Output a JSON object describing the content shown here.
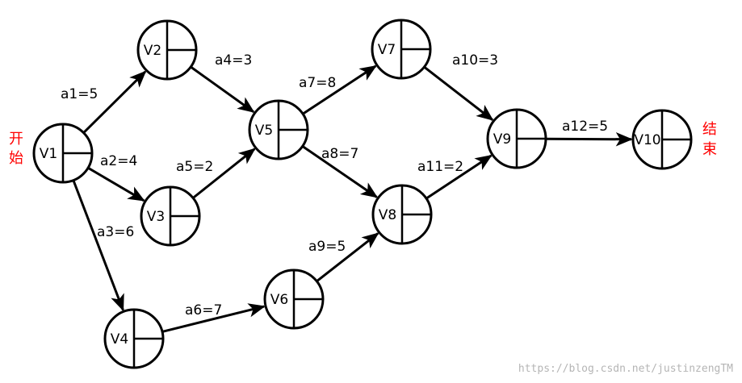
{
  "diagram": {
    "start_label": [
      "开",
      "始"
    ],
    "end_label": [
      "结",
      "束"
    ],
    "label_color": "#ff0000",
    "watermark": "https://blog.csdn.net/justinzengTM",
    "nodes": [
      {
        "id": "V1",
        "label": "V1"
      },
      {
        "id": "V2",
        "label": "V2"
      },
      {
        "id": "V3",
        "label": "V3"
      },
      {
        "id": "V4",
        "label": "V4"
      },
      {
        "id": "V5",
        "label": "V5"
      },
      {
        "id": "V6",
        "label": "V6"
      },
      {
        "id": "V7",
        "label": "V7"
      },
      {
        "id": "V8",
        "label": "V8"
      },
      {
        "id": "V9",
        "label": "V9"
      },
      {
        "id": "V10",
        "label": "V10"
      }
    ],
    "edges": [
      {
        "id": "a1",
        "from": "V1",
        "to": "V2",
        "label": "a1=5"
      },
      {
        "id": "a2",
        "from": "V1",
        "to": "V3",
        "label": "a2=4"
      },
      {
        "id": "a3",
        "from": "V1",
        "to": "V4",
        "label": "a3=6"
      },
      {
        "id": "a4",
        "from": "V2",
        "to": "V5",
        "label": "a4=3"
      },
      {
        "id": "a5",
        "from": "V3",
        "to": "V5",
        "label": "a5=2"
      },
      {
        "id": "a6",
        "from": "V4",
        "to": "V6",
        "label": "a6=7"
      },
      {
        "id": "a7",
        "from": "V5",
        "to": "V7",
        "label": "a7=8"
      },
      {
        "id": "a8",
        "from": "V5",
        "to": "V8",
        "label": "a8=7"
      },
      {
        "id": "a9",
        "from": "V6",
        "to": "V8",
        "label": "a9=5"
      },
      {
        "id": "a10",
        "from": "V7",
        "to": "V9",
        "label": "a10=3"
      },
      {
        "id": "a11",
        "from": "V8",
        "to": "V9",
        "label": "a11=2"
      },
      {
        "id": "a12",
        "from": "V9",
        "to": "V10",
        "label": "a12=5"
      }
    ]
  }
}
